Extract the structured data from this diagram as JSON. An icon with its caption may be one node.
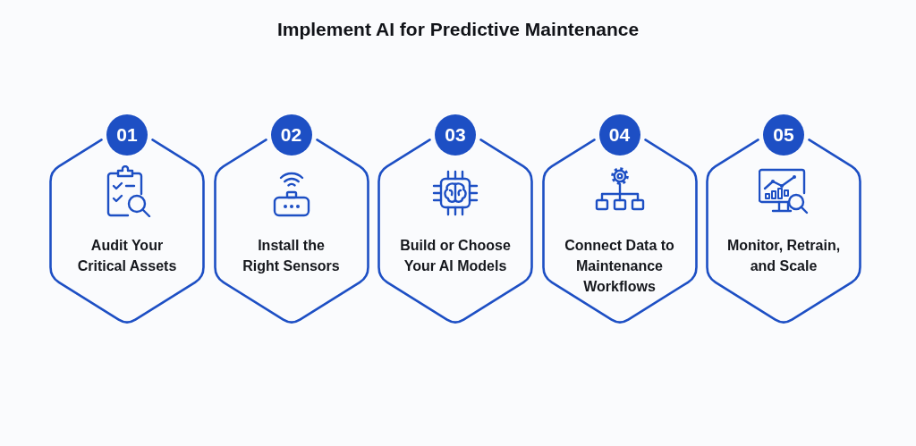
{
  "diagram": {
    "title": "Implement AI for Predictive Maintenance",
    "nodes": [
      {
        "text": [
          "01"
        ]
      },
      {
        "text": [
          "Audit Your Critical Assets"
        ]
      },
      {
        "text": [
          "02"
        ]
      },
      {
        "text": [
          "Install the Right Sensors"
        ]
      },
      {
        "text": [
          "03"
        ]
      },
      {
        "text": [
          "Build or Choose Your AI Models"
        ]
      },
      {
        "text": [
          "04"
        ]
      },
      {
        "text": [
          "Connect Data to Maintenance Workflows"
        ]
      },
      {
        "text": [
          "05"
        ]
      },
      {
        "text": [
          "Monitor, Retrain, and Scale"
        ]
      }
    ]
  }
}
